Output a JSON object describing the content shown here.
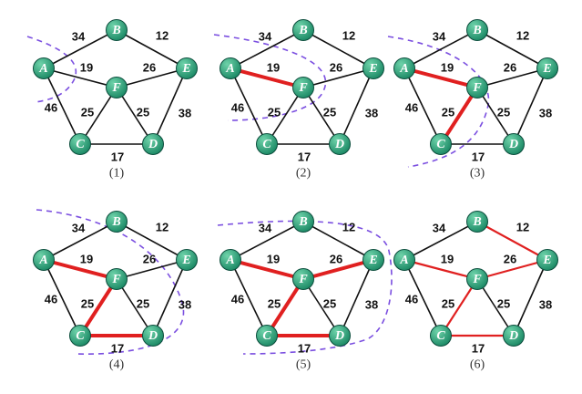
{
  "nodes": [
    {
      "id": "A",
      "label": "A"
    },
    {
      "id": "B",
      "label": "B"
    },
    {
      "id": "E",
      "label": "E"
    },
    {
      "id": "F",
      "label": "F"
    },
    {
      "id": "C",
      "label": "C"
    },
    {
      "id": "D",
      "label": "D"
    }
  ],
  "edges": [
    {
      "id": "AB",
      "from": "A",
      "to": "B",
      "weight": "34"
    },
    {
      "id": "BE",
      "from": "B",
      "to": "E",
      "weight": "12"
    },
    {
      "id": "AF",
      "from": "A",
      "to": "F",
      "weight": "19"
    },
    {
      "id": "FE",
      "from": "F",
      "to": "E",
      "weight": "26"
    },
    {
      "id": "AC",
      "from": "A",
      "to": "C",
      "weight": "46"
    },
    {
      "id": "FC",
      "from": "F",
      "to": "C",
      "weight": "25"
    },
    {
      "id": "FD",
      "from": "F",
      "to": "D",
      "weight": "25"
    },
    {
      "id": "ED",
      "from": "E",
      "to": "D",
      "weight": "38"
    },
    {
      "id": "CD",
      "from": "C",
      "to": "D",
      "weight": "17"
    }
  ],
  "steps": [
    {
      "caption": "(1)",
      "mst_edges": [],
      "final": false
    },
    {
      "caption": "(2)",
      "mst_edges": [
        "AF"
      ],
      "final": false
    },
    {
      "caption": "(3)",
      "mst_edges": [
        "AF",
        "FC"
      ],
      "final": false
    },
    {
      "caption": "(4)",
      "mst_edges": [
        "AF",
        "FC",
        "CD"
      ],
      "final": false
    },
    {
      "caption": "(5)",
      "mst_edges": [
        "AF",
        "FC",
        "CD",
        "FE"
      ],
      "final": false
    },
    {
      "caption": "(6)",
      "mst_edges": [
        "AF",
        "FC",
        "CD",
        "FE",
        "BE"
      ],
      "final": true
    }
  ],
  "colors": {
    "node": "#1f8c68",
    "node_highlight": "#6fd3aa",
    "mst_edge": "#e02020",
    "cut_line": "#7b4fe0"
  }
}
